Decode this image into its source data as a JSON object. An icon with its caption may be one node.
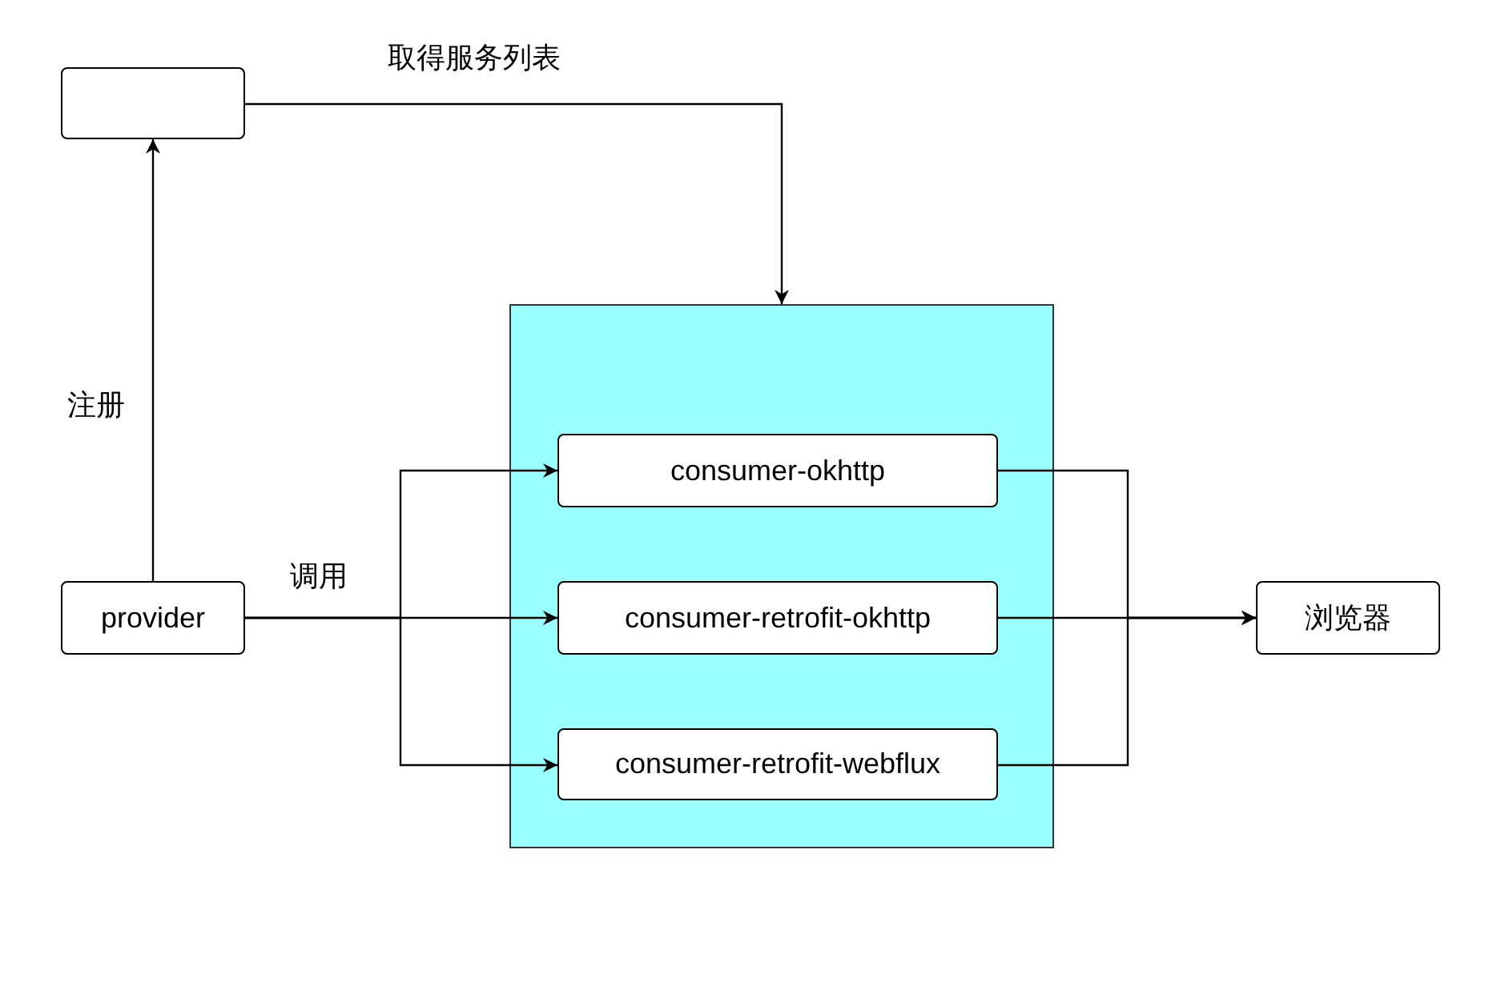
{
  "diagram": {
    "nodes": [
      {
        "text": [],
        "shape": "box"
      },
      {
        "text": [],
        "shape": "box"
      },
      {
        "text": [
          "consumer-okhttp"
        ],
        "in": 1
      },
      {
        "text": [
          "consumer-retrofit-okhttp"
        ],
        "in": 1
      },
      {
        "text": [
          "consumer-retrofit-webflux"
        ],
        "in": 1
      },
      {
        "text": [
          "provider"
        ]
      },
      {
        "text": [
          "浏览器"
        ]
      }
    ],
    "edges": [
      {
        "from": 5,
        "to": 0,
        "arrow": "to",
        "label": "注册"
      },
      {
        "from": 0,
        "to": 1,
        "arrow": "to",
        "label": "取得服务列表"
      },
      {
        "from": 5,
        "to": 2,
        "arrow": "to"
      },
      {
        "from": 5,
        "to": 3,
        "arrow": "to",
        "label": "调用"
      },
      {
        "from": 5,
        "to": 4,
        "arrow": "to"
      },
      {
        "from": 2,
        "to": 6,
        "arrow": "to"
      },
      {
        "from": 3,
        "to": 6,
        "arrow": "to"
      },
      {
        "from": 4,
        "to": 6,
        "arrow": "to"
      }
    ]
  }
}
